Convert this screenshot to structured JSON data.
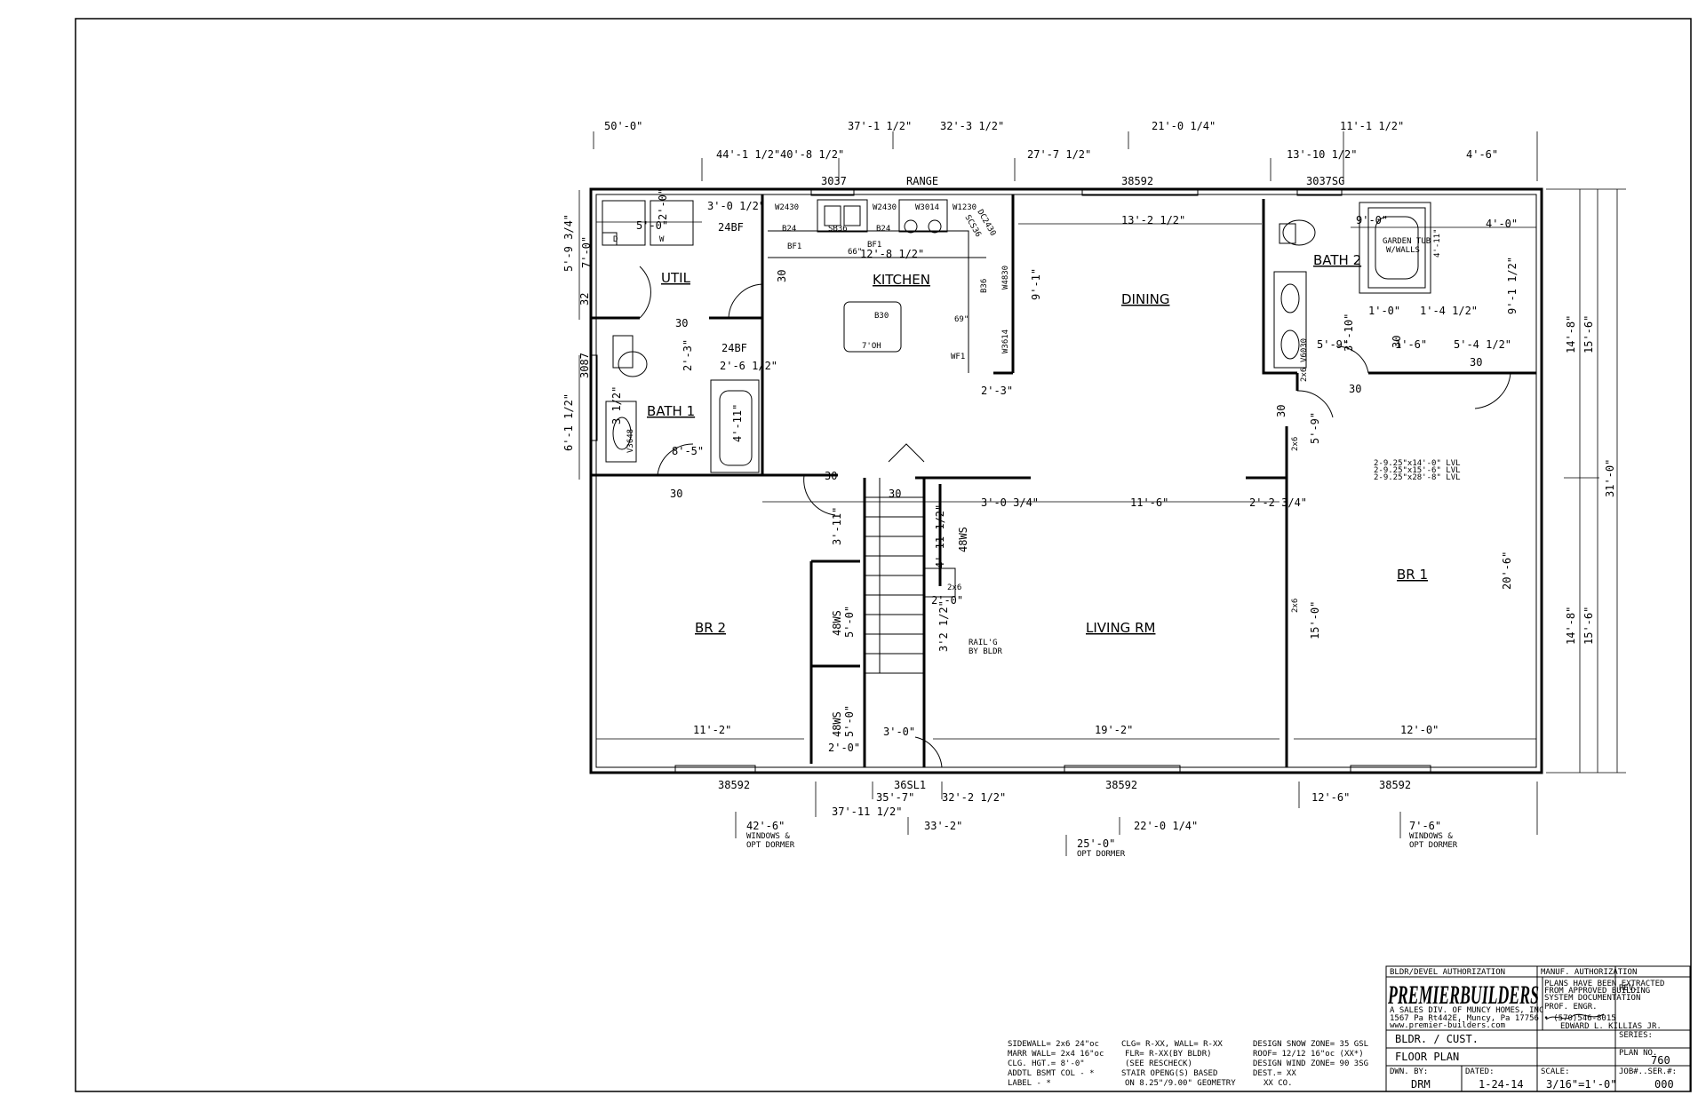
{
  "top_dims_row1": [
    "50'-0\"",
    "37'-1 1/2\"",
    "32'-3 1/2\"",
    "21'-0 1/4\"",
    "11'-1 1/2\""
  ],
  "top_dims_row2": [
    "44'-1 1/2\"",
    "40'-8 1/2\"",
    "27'-7 1/2\"",
    "13'-10 1/2\"",
    "4'-6\""
  ],
  "top_windows": [
    "3037",
    "RANGE",
    "38592",
    "3037SG"
  ],
  "rooms": {
    "util": "UTIL",
    "kitchen": "KITCHEN",
    "dining": "DINING",
    "bath2": "BATH 2",
    "bath1": "BATH 1",
    "br2": "BR 2",
    "living": "LIVING RM",
    "br1": "BR 1"
  },
  "interior_labels": {
    "d3_0_1_2": "3'-0 1/2\"",
    "w2430a": "W2430",
    "w2430b": "W2430",
    "w3014": "W3014",
    "w1230": "W1230",
    "dc2430": "DC2430",
    "scs36": "SCS36",
    "b24a": "B24",
    "b24b": "B24",
    "sb36": "SB36",
    "bf1a": "BF1",
    "bf1b": "BF1",
    "d66": "66\"",
    "d12_8": "12'-8 1/2\"",
    "bf24a": "24BF",
    "bf24b": "24BF",
    "d5_0": "5'-0\"",
    "d2_0": "2'-0\"",
    "d_d": "D",
    "d_w": "W",
    "d7_0": "7'-0\"",
    "c30_util": "30",
    "c30_kit": "30",
    "b30": "B30",
    "d7oh": "7'OH",
    "d69": "69\"",
    "b36": "B36",
    "w4830": "W4830",
    "w3614": "W3614",
    "wf1": "WF1",
    "d9_1": "9'-1\"",
    "d2_3": "2'-3\"",
    "d13_2": "13'-2 1/2\"",
    "d2_6": "2'-6 1/2\"",
    "d2_3b": "2'-3\"",
    "d4_11": "4'-11\"",
    "d3_1_2": "3 1/2\"",
    "v3648": "V3648",
    "d8_5": "8'-5\"",
    "c30_b1": "30",
    "c30_br2": "30",
    "c30_hall": "30",
    "c30_st": "30",
    "d3_11": "3'-11\"",
    "d3_0_3_4": "3'-0 3/4\"",
    "d11_6": "11'-6\"",
    "d2_2": "2'-2 3/4\"",
    "d4_11b": "4'-11 1/2\"",
    "ws48a": "48WS",
    "ws48b": "48WS",
    "ws48c": "48WS",
    "d5_0a": "5'-0\"",
    "d5_0b": "5'-0\"",
    "d2_0b": "2'-0\"",
    "d3_0": "3'-0\"",
    "d2x6a": "2x6",
    "d2x6b": "2x6",
    "d2x6c": "2x6",
    "d2x6d": "2x6",
    "d3_2": "3'2 1/2\"",
    "d2_0c": "2'-0\"",
    "railg1": "RAIL'G",
    "railg2": "BY BLDR",
    "d9_0": "9'-0\"",
    "d4_0": "4'-0\"",
    "garden1": "GARDEN TUB",
    "garden2": "W/WALLS",
    "d4_11c": "4'-11\"",
    "v6030": "V6030",
    "d1_0": "1'-0\"",
    "d1_4": "1'-4 1/2\"",
    "d5_9": "5'-9\"",
    "d1_6": "1'-6\"",
    "d5_4": "5'-4 1/2\"",
    "d3_10": "3'-10\"",
    "c30_bath2": "30",
    "c30_br1": "30",
    "c30_br1b": "30",
    "c30_br1c": "30",
    "d9_1b": "9'-1 1/2\"",
    "d5_9b": "5'-9\"",
    "lvl1": "2-9.25\"x14'-0\" LVL",
    "lvl2": "2-9.25\"x15'-6\" LVL",
    "lvl3": "2-9.25\"x28'-8\" LVL",
    "d20_6": "20'-6\"",
    "d15_0": "15'-0\"",
    "d11_2": "11'-2\"",
    "d19_2": "19'-2\"",
    "d12_0": "12'-0\""
  },
  "left_dims": [
    "5'-9 3/4\"",
    "32",
    "3087",
    "6'-1 1/2\""
  ],
  "right_dims": [
    "14'-8\"",
    "15'-6\"",
    "31'-0\"",
    "14'-8\"",
    "15'-6\""
  ],
  "bottom_windows": [
    "38592",
    "36SL1",
    "38592",
    "38592"
  ],
  "bottom_dims": [
    "35'-7\"",
    "32'-2 1/2\"",
    "37'-11 1/2\"",
    "33'-2\"",
    "22'-0 1/4\"",
    "12'-6\""
  ],
  "dormers": {
    "left_dim": "42'-6\"",
    "left_l1": "WINDOWS &",
    "left_l2": "OPT DORMER",
    "mid_dim": "25'-0\"",
    "mid_l1": "OPT DORMER",
    "right_dim": "7'-6\"",
    "right_l1": "WINDOWS &",
    "right_l2": "OPT DORMER"
  },
  "specs_col1": [
    "SIDEWALL=  2x6 24\"oc",
    "MARR WALL= 2x4 16\"oc",
    "CLG. HGT.= 8'-0\"",
    "ADDTL BSMT COL - *",
    "LABEL - *"
  ],
  "specs_col2": [
    "CLG= R-XX, WALL= R-XX",
    "FLR= R-XX(BY BLDR)",
    "(SEE RESCHECK)",
    "STAIR OPENG(S) BASED",
    "ON 8.25\"/9.00\" GEOMETRY"
  ],
  "specs_col3": [
    "DESIGN SNOW ZONE= 35 GSL",
    "ROOF= 12/12 16\"oc (XX*)",
    "DESIGN WIND ZONE= 90 3SG",
    "DEST.= XX",
    "XX CO."
  ],
  "title_block": {
    "bldr_auth": "BLDR/DEVEL AUTHORIZATION",
    "manuf_auth": "MANUF. AUTHORIZATION",
    "rev": "REV.",
    "brand": "PREMIERBUILDERS",
    "brand_sub": "A SALES DIV. OF MUNCY HOMES, INC",
    "address": "1567 Pa Rt442E, Muncy, Pa 17756  •  (570)546-8015",
    "web": "www.premier-builders.com",
    "plans_note1": "PLANS HAVE BEEN EXTRACTED",
    "plans_note2": "FROM APPROVED BUILDING",
    "plans_note3": "SYSTEM DOCUMENTATION",
    "prof_engr": "PROF. ENGR.",
    "engineer": "EDWARD L. KILLIAS JR.",
    "series_label": "SERIES:",
    "bldr_cust": "BLDR. / CUST.",
    "floor_plan": "FLOOR PLAN",
    "plan_no_label": "PLAN NO.",
    "plan_no": "760",
    "dwn_label": "DWN. BY:",
    "dwn": "DRM",
    "dated_label": "DATED:",
    "dated": "1-24-14",
    "scale_label": "SCALE:",
    "scale": "3/16\"=1'-0\"",
    "job_label": "JOB#..SER.#:",
    "job": "000"
  }
}
